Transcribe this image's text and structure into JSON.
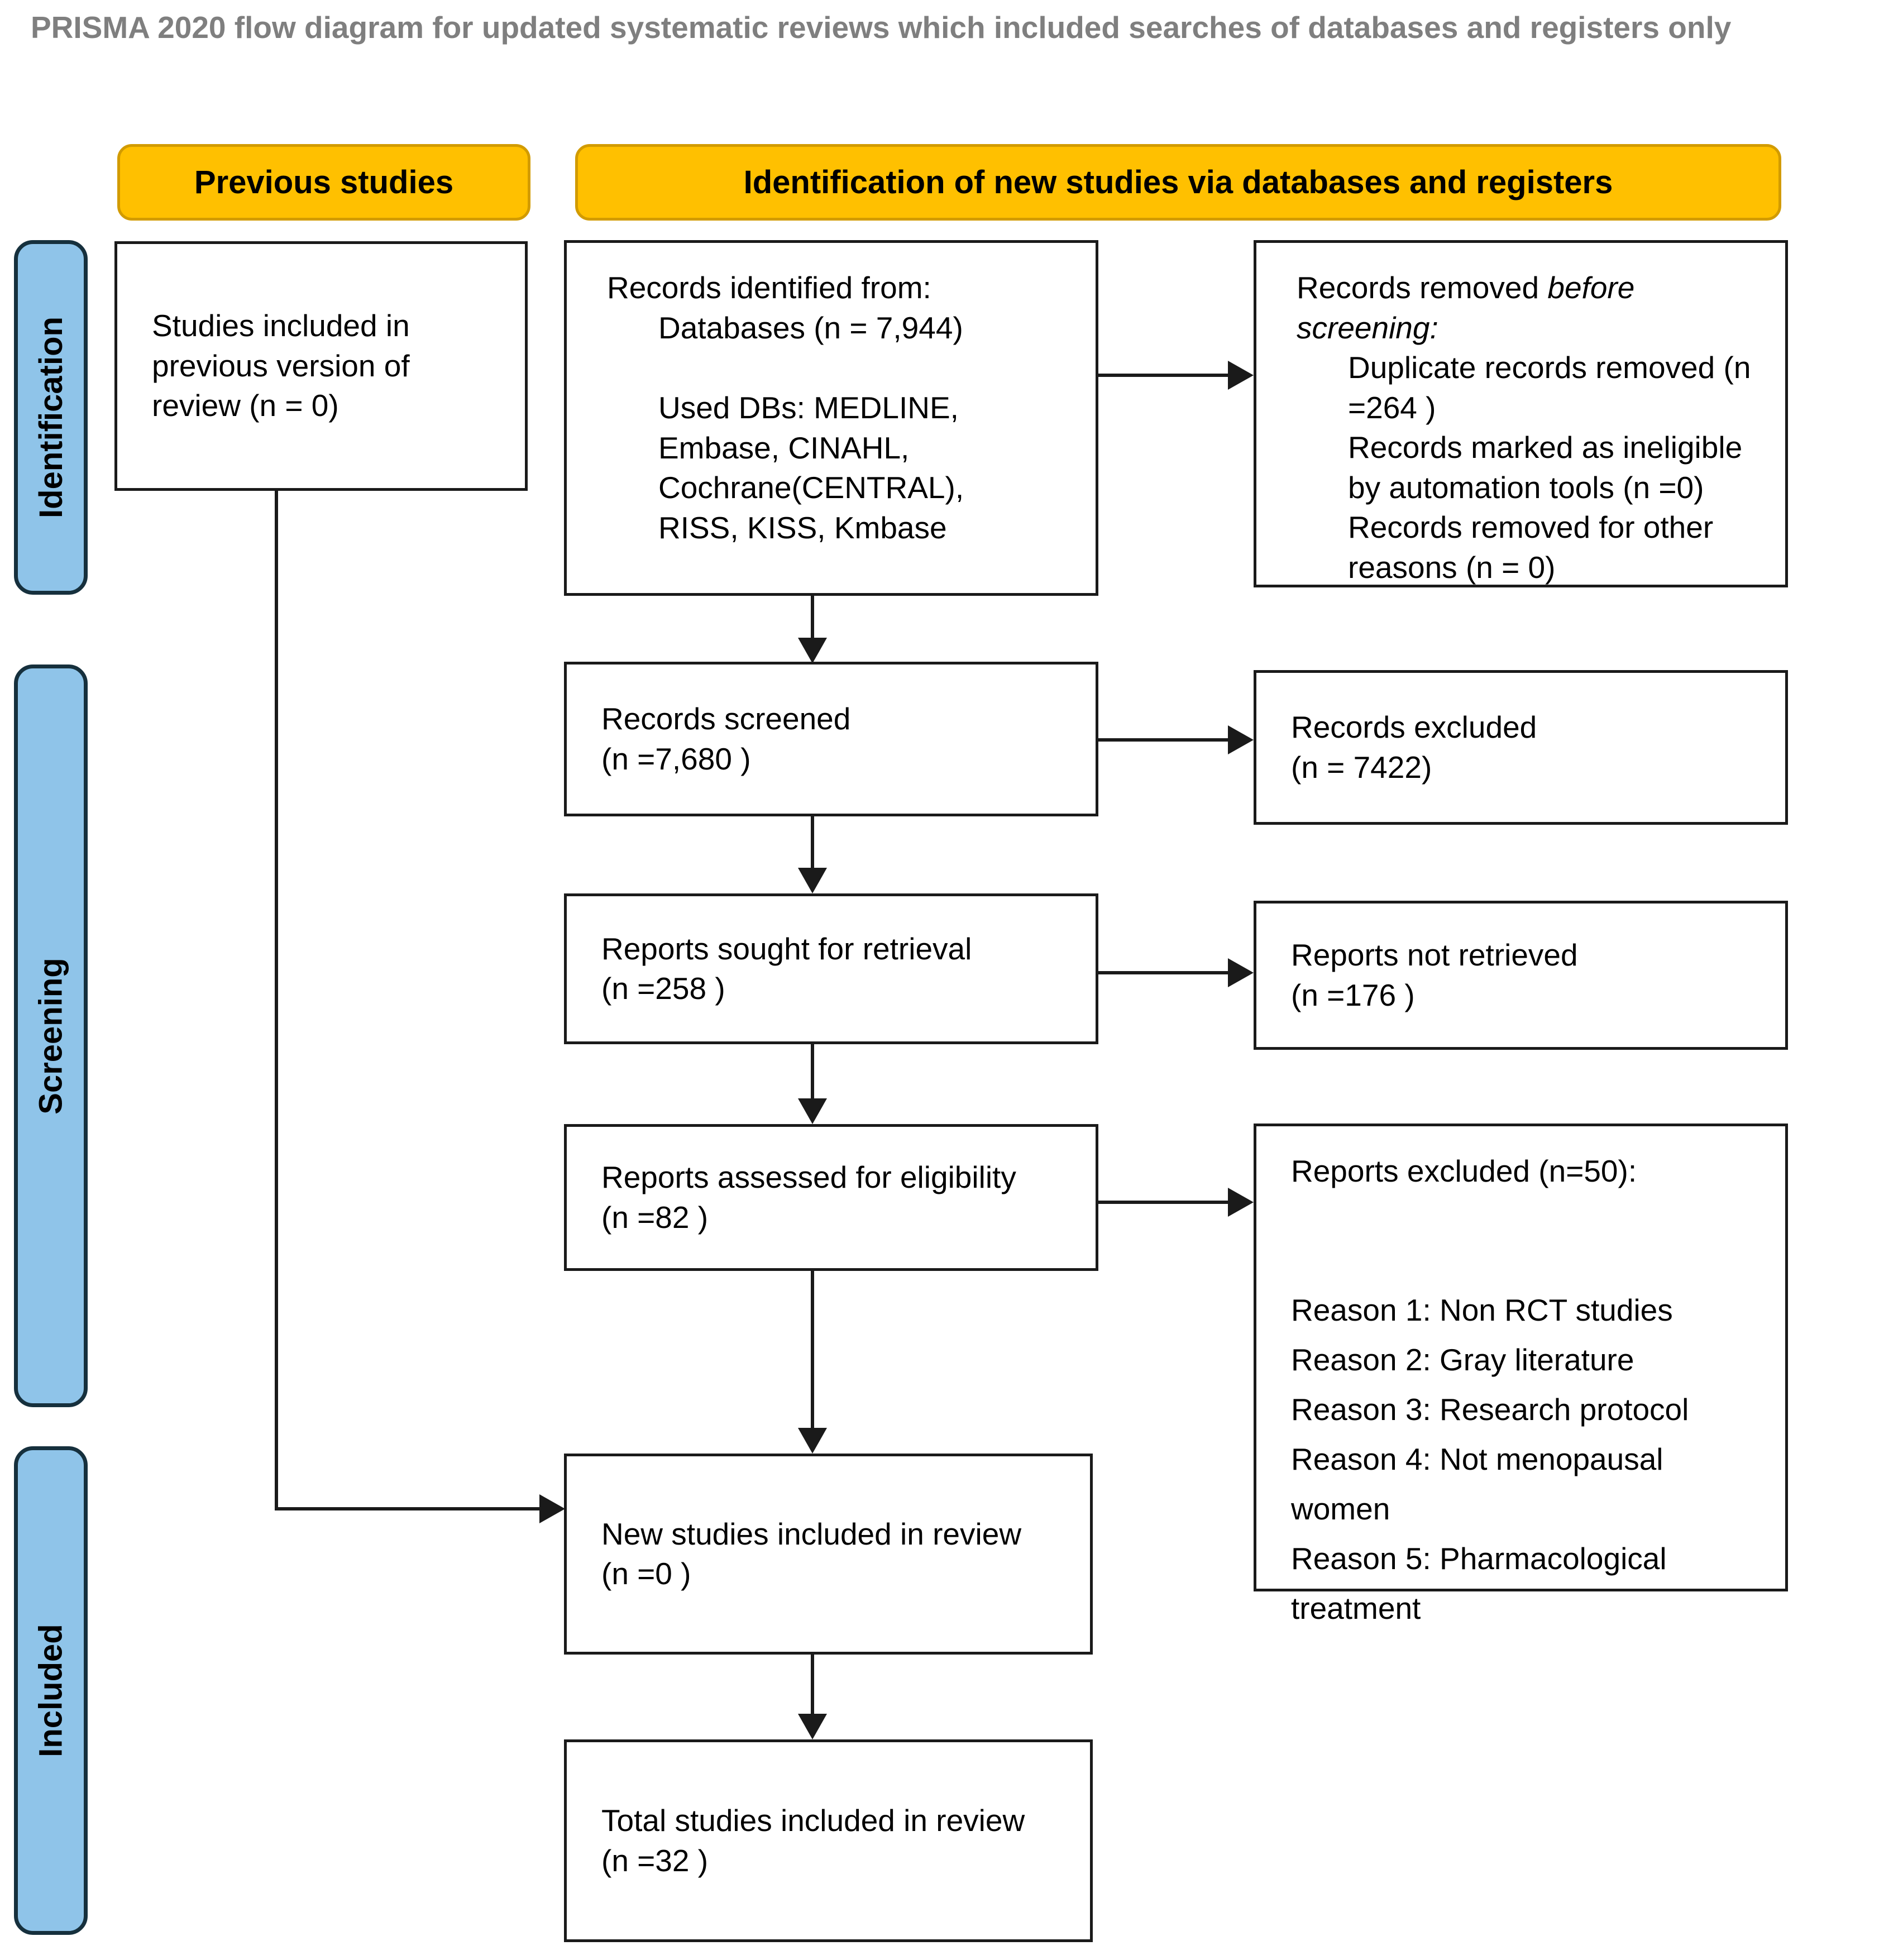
{
  "title": "PRISMA 2020 flow diagram for updated systematic reviews which included searches of databases and registers only",
  "column_headers": {
    "previous_studies": "Previous studies",
    "new_studies": "Identification of new studies via databases and registers"
  },
  "stages": {
    "identification": "Identification",
    "screening": "Screening",
    "included": "Included"
  },
  "boxes": {
    "previous_version": {
      "text": "Studies included in previous version of review (n = 0)"
    },
    "records_identified": {
      "line1": "Records identified from:",
      "line2": "Databases (n = 7,944)",
      "line3": "Used DBs: MEDLINE, Embase, CINAHL, Cochrane(CENTRAL), RISS, KISS, Kmbase"
    },
    "records_removed": {
      "intro_normal": "Records removed ",
      "intro_italic": "before screening",
      "intro_suffix": ":",
      "items": [
        "Duplicate records removed (n =264 )",
        "Records marked as ineligible by automation tools (n =0)",
        "Records removed for other reasons (n = 0)"
      ]
    },
    "records_screened": {
      "label": "Records screened",
      "count": "(n =7,680 )"
    },
    "records_excluded": {
      "label": "Records excluded",
      "count": "(n = 7422)"
    },
    "reports_sought": {
      "label": "Reports sought for retrieval",
      "count": "(n =258 )"
    },
    "reports_not_retrieved": {
      "label": "Reports not retrieved",
      "count": "(n =176 )"
    },
    "reports_assessed": {
      "label": "Reports assessed for eligibility",
      "count": "(n =82 )"
    },
    "reports_excluded": {
      "heading": "Reports excluded (n=50):",
      "reasons": [
        "Reason 1: Non RCT studies",
        "Reason 2: Gray literature",
        "Reason 3: Research protocol",
        "Reason 4: Not menopausal women",
        "Reason 5: Pharmacological treatment"
      ]
    },
    "new_included": {
      "label": "New studies included in review",
      "count": "(n =0 )"
    },
    "total_included": {
      "label": "Total studies included in review",
      "count": "(n =32 )"
    }
  },
  "colors": {
    "header_fill": "#FFC000",
    "header_border": "#D29B00",
    "stage_fill": "#8FC4E9",
    "stage_border": "#16303D",
    "box_border": "#1A1A1A",
    "title_gray": "#7F7F7F"
  }
}
